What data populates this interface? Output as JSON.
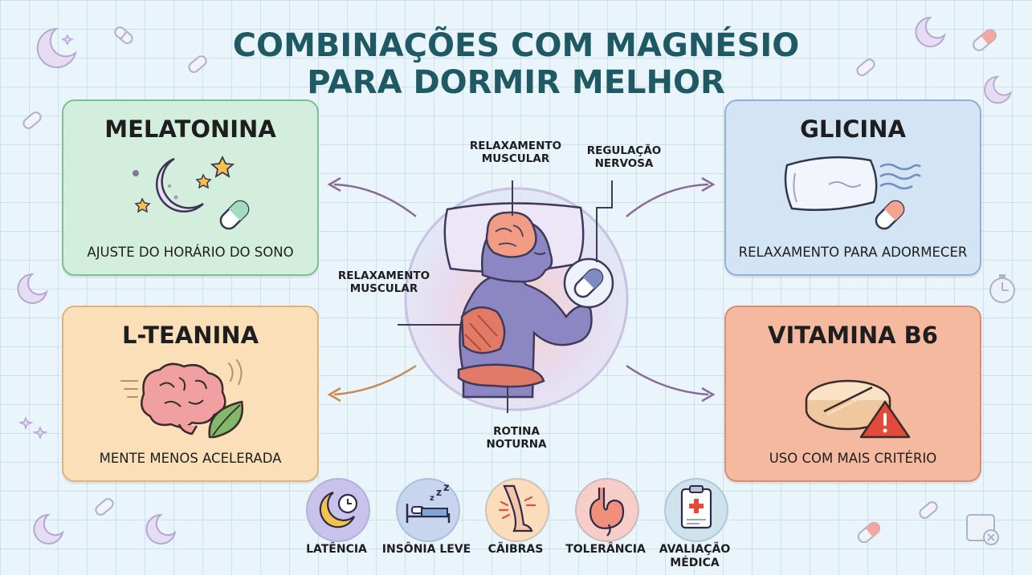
{
  "title": {
    "line1": "COMBINAÇÕES COM MAGNÉSIO",
    "line2": "PARA DORMIR MELHOR"
  },
  "cards": {
    "melatonina": {
      "title": "MELATONINA",
      "subtitle": "AJUSTE DO HORÁRIO DO SONO",
      "icon": "moon-stars-capsule-icon"
    },
    "glicina": {
      "title": "GLICINA",
      "subtitle": "RELAXAMENTO PARA ADORMECER",
      "icon": "pillow-capsule-icon"
    },
    "lteanina": {
      "title": "L-TEANINA",
      "subtitle": "MENTE MENOS ACELERADA",
      "icon": "brain-leaf-icon"
    },
    "vitaminab6": {
      "title": "VITAMINA B6",
      "subtitle": "USO COM MAIS CRITÉRIO",
      "icon": "tablet-warning-icon"
    }
  },
  "center": {
    "label_top_left": [
      "RELAXAMENTO",
      "MUSCULAR"
    ],
    "label_top_right": [
      "REGULAÇÃO",
      "NERVOSA"
    ],
    "label_left": [
      "RELAXAMENTO",
      "MUSCULAR"
    ],
    "label_bottom": [
      "ROTINA",
      "NOTURNA"
    ]
  },
  "bottom": [
    {
      "label": "LATÊNCIA",
      "icon": "moon-clock-icon",
      "color": "#c9c3ec"
    },
    {
      "label": "INSÔNIA LEVE",
      "icon": "sleeping-bed-icon",
      "color": "#c7d6ee"
    },
    {
      "label": "CÃIBRAS",
      "icon": "leg-cramp-icon",
      "color": "#fbdcbb"
    },
    {
      "label": "TOLERÂNCIA",
      "icon": "stomach-icon",
      "color": "#f7cdc8"
    },
    {
      "label": "AVALIAÇÃO",
      "label2": "MÉDICA",
      "icon": "medical-clipboard-icon",
      "color": "#cfe3ec"
    }
  ],
  "colors": {
    "title": "#1f5a64",
    "arrow": "#8a6a9a",
    "melatonina_bg": "#d4eedd",
    "glicina_bg": "#d3e4f4",
    "lteanina_bg": "#fadfb9",
    "vitaminab6_bg": "#f5b9a0"
  }
}
